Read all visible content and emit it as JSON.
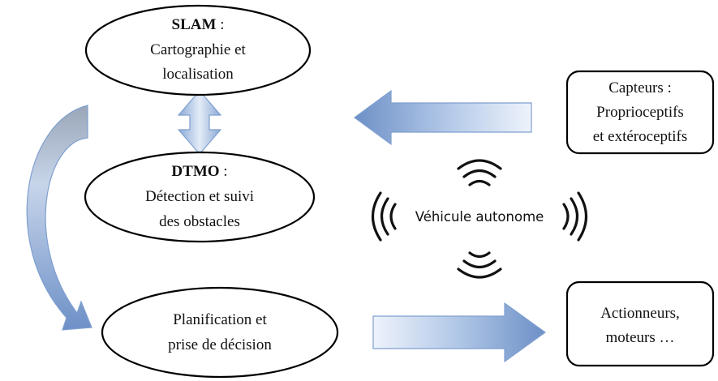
{
  "nodes": {
    "slam": {
      "title": "SLAM",
      "title_suffix": " :",
      "line1": "Cartographie et",
      "line2": "localisation"
    },
    "dtmo": {
      "title": "DTMO",
      "title_suffix": " :",
      "line1": "Détection et suivi",
      "line2": "des obstacles"
    },
    "planning": {
      "line1": "Planification et",
      "line2": "prise de décision"
    }
  },
  "boxes": {
    "sensors": {
      "line1": "Capteurs :",
      "line2": "Proprioceptifs",
      "line3": "et extéroceptifs"
    },
    "actuators": {
      "line1": "Actionneurs,",
      "line2": "moteurs …"
    }
  },
  "center": {
    "label": "Véhicule autonome"
  },
  "colors": {
    "arrow_light": "#eef3fb",
    "arrow_mid": "#b6cbe9",
    "arrow_dark": "#6d90c7",
    "arrow_outline": "#7f9fcf",
    "shape_outline": "#000000",
    "text": "#111111"
  }
}
